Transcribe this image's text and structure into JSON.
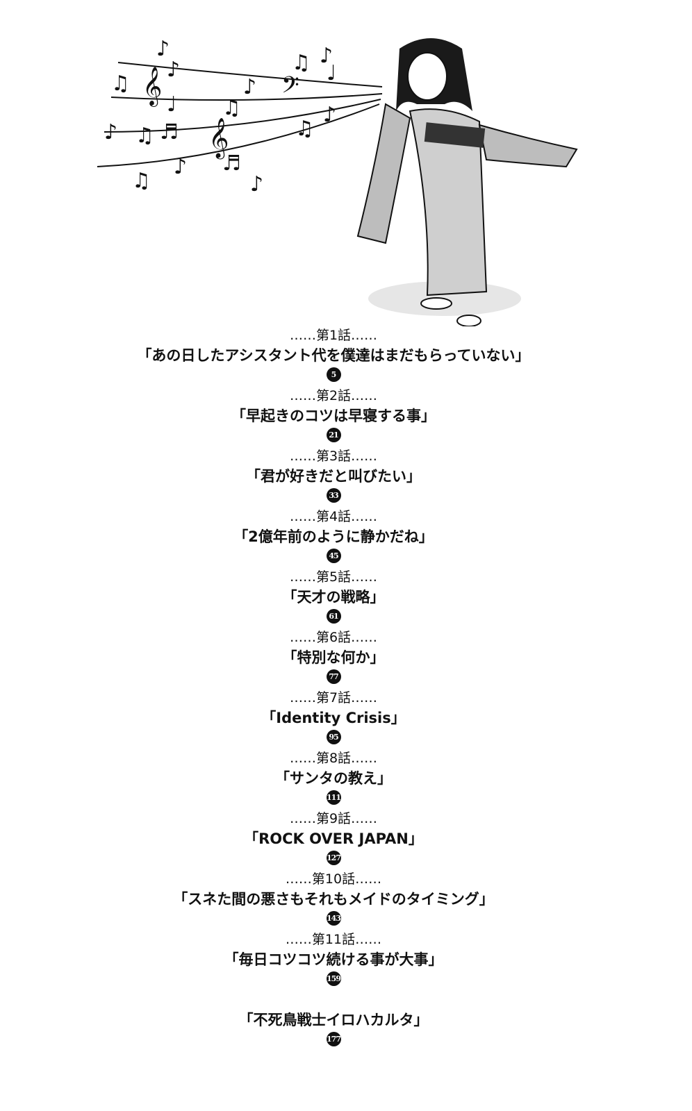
{
  "contents": [
    {
      "episode": "……第1話……",
      "title": "「あの日したアシスタント代を僕達はまだもらっていない」",
      "page": "5"
    },
    {
      "episode": "……第2話……",
      "title": "「早起きのコツは早寝する事」",
      "page": "21"
    },
    {
      "episode": "……第3話……",
      "title": "「君が好きだと叫びたい」",
      "page": "33"
    },
    {
      "episode": "……第4話……",
      "title": "「2億年前のように静かだね」",
      "page": "45"
    },
    {
      "episode": "……第5話……",
      "title": "「天才の戦略」",
      "page": "61"
    },
    {
      "episode": "……第6話……",
      "title": "「特別な何か」",
      "page": "77"
    },
    {
      "episode": "……第7話……",
      "title": "「Identity Crisis」",
      "page": "95"
    },
    {
      "episode": "……第8話……",
      "title": "「サンタの教え」",
      "page": "111"
    },
    {
      "episode": "……第9話……",
      "title": "「ROCK OVER JAPAN」",
      "page": "127"
    },
    {
      "episode": "……第10話……",
      "title": "「スネた間の悪さもそれもメイドのタイミング」",
      "page": "143"
    },
    {
      "episode": "……第11話……",
      "title": "「毎日コツコツ続ける事が大事」",
      "page": "159"
    },
    {
      "episode": "",
      "title": "「不死鳥戦士イロハカルタ」",
      "page": "177"
    }
  ]
}
